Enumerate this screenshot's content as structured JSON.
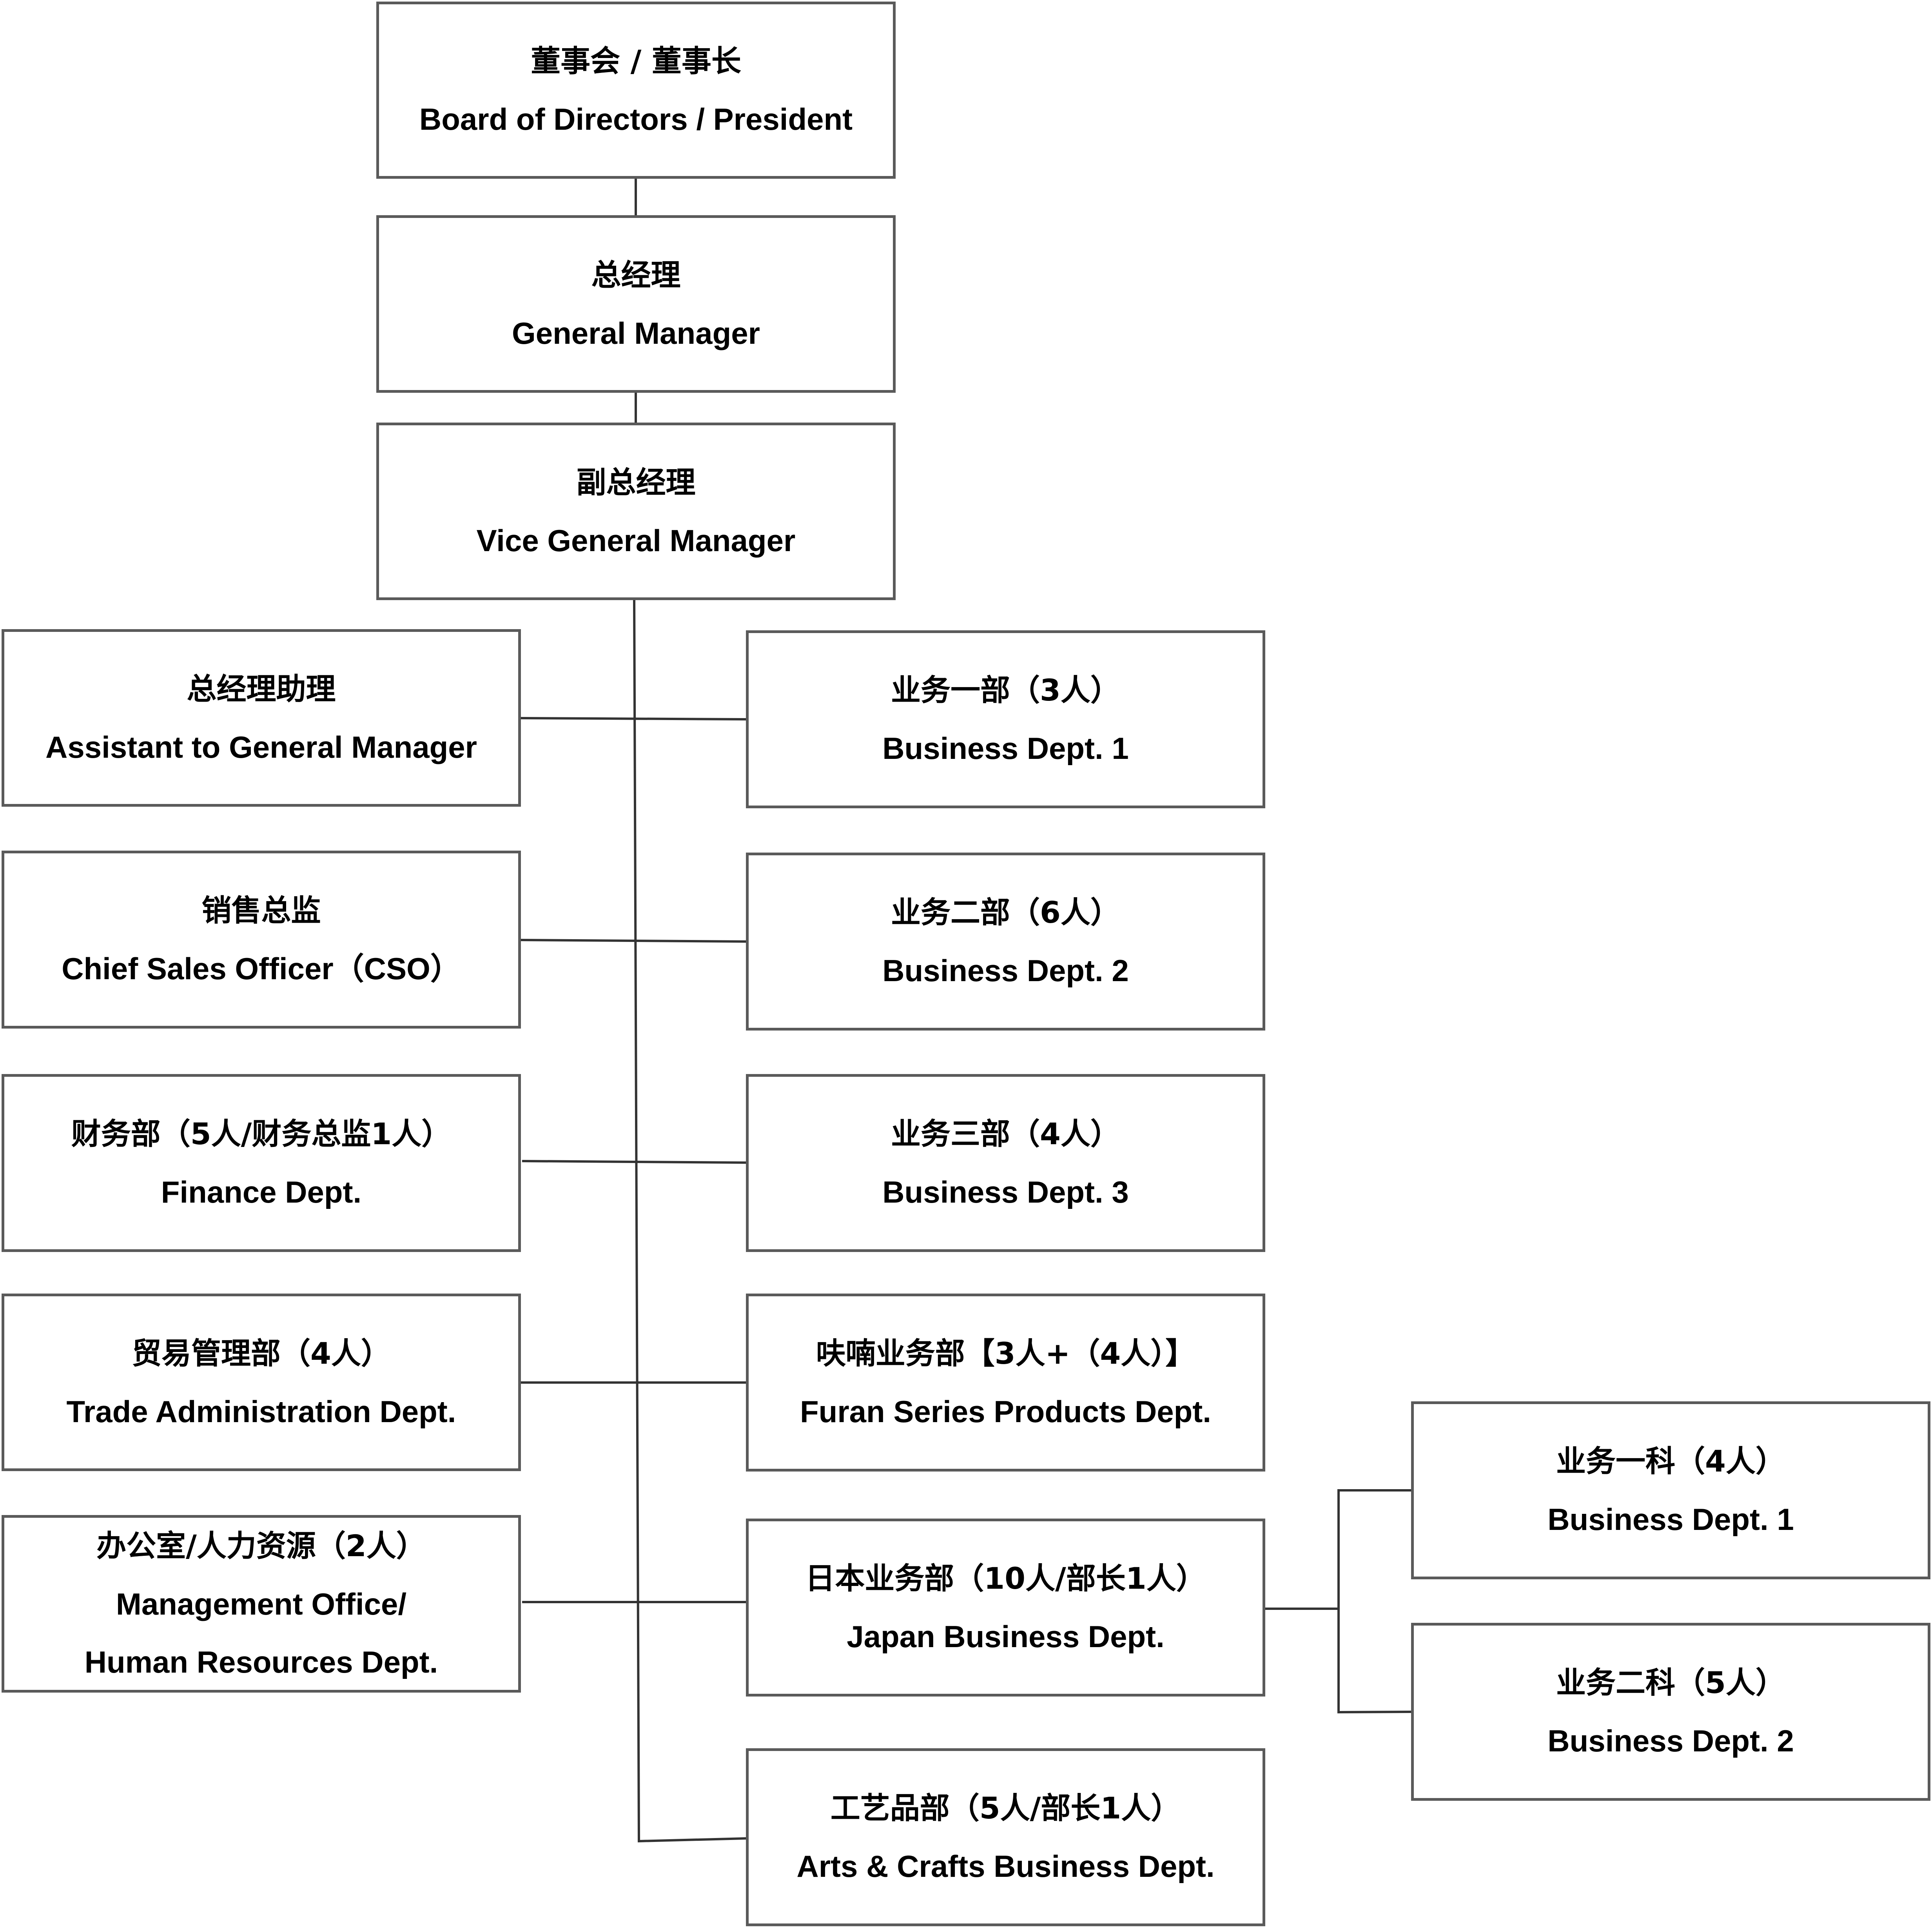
{
  "colors": {
    "line": "#333333",
    "border": "#5a5a5a",
    "text": "#000000",
    "background": "#ffffff"
  },
  "nodes": {
    "board": {
      "zh": "董事会 / 董事长",
      "en": "Board of Directors / President"
    },
    "gm": {
      "zh": "总经理",
      "en": "General Manager"
    },
    "vgm": {
      "zh": "副总经理",
      "en": "Vice General Manager"
    },
    "asst": {
      "zh": "总经理助理",
      "en": "Assistant to General Manager"
    },
    "cso": {
      "zh": "销售总监",
      "en": "Chief Sales Officer（CSO）"
    },
    "fin": {
      "zh": "财务部（5人/财务总监1人）",
      "en": "Finance Dept."
    },
    "trade": {
      "zh": "贸易管理部（4人）",
      "en": "Trade Administration Dept."
    },
    "office": {
      "zh": "办公室/人力资源（2人）",
      "en1": "Management Office/",
      "en2": "Human Resources Dept."
    },
    "b1": {
      "zh": "业务一部（3人）",
      "en": "Business Dept. 1"
    },
    "b2": {
      "zh": "业务二部（6人）",
      "en": "Business Dept. 2"
    },
    "b3": {
      "zh": "业务三部（4人）",
      "en": "Business Dept. 3"
    },
    "furan": {
      "zh": "呋喃业务部【3人+（4人）】",
      "en": "Furan Series Products Dept."
    },
    "japan": {
      "zh": "日本业务部（10人/部长1人）",
      "en": "Japan Business Dept."
    },
    "arts": {
      "zh": "工艺品部（5人/部长1人）",
      "en": "Arts & Crafts Business Dept."
    },
    "js1": {
      "zh": "业务一科（4人）",
      "en": "Business Dept. 1"
    },
    "js2": {
      "zh": "业务二科（5人）",
      "en": "Business Dept. 2"
    }
  }
}
